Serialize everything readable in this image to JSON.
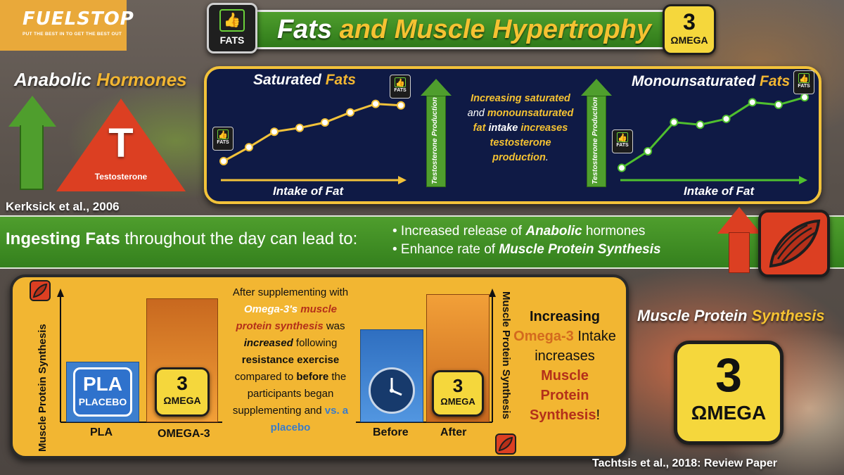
{
  "logo": {
    "name": "FUELSTOP",
    "tagline": "PUT THE BEST IN TO GET THE BEST OUT"
  },
  "header": {
    "title_part1": "Fats",
    "title_part2": "and Muscle Hypertrophy",
    "fats_badge": "FATS",
    "omega_number": "3",
    "omega_word": "ΩMEGA"
  },
  "left": {
    "heading_part1": "Anabolic",
    "heading_part2": "Hormones",
    "hormone_letter": "T",
    "hormone_label": "Testosterone",
    "citation": "Kerksick et al., 2006"
  },
  "dark_panel": {
    "sat_title_part1": "Saturated",
    "sat_title_part2": "Fats",
    "mono_title_part1": "Monounsaturated",
    "mono_title_part2": "Fats",
    "x_label": "Intake of Fat",
    "y_label": "Testosterone Production",
    "mini_badge": "FATS",
    "center_l1": "Increasing saturated",
    "center_l2_a": "and",
    "center_l2_b": "monounsaturated",
    "center_l3_a": "fat",
    "center_l3_b": "intake",
    "center_l3_c": "increases",
    "center_l4": "testosterone",
    "center_l5_a": "production",
    "center_l5_b": "."
  },
  "band": {
    "lead_bold": "Ingesting Fats",
    "lead_rest": "throughout the day can lead to:",
    "bullet1_a": "• Increased release of",
    "bullet1_b": "Anabolic",
    "bullet1_c": "hormones",
    "bullet2_a": "• Enhance rate of",
    "bullet2_b": "Muscle Protein Synthesis"
  },
  "yellow_panel": {
    "y_label": "Muscle Protein Synthesis",
    "bar1_label": "PLA",
    "bar2_label": "OMEGA-3",
    "pla_badge_1": "PLA",
    "pla_badge_2": "PLACEBO",
    "bar3_label": "Before",
    "bar4_label": "After",
    "text_l1": "After supplementing with",
    "text_l2_a": "Omega-3's",
    "text_l2_b": "muscle",
    "text_l3_a": "protein synthesis",
    "text_l3_b": "was",
    "text_l4_a": "increased",
    "text_l4_b": "following",
    "text_l5": "resistance exercise",
    "text_l6_a": "compared to",
    "text_l6_b": "before",
    "text_l6_c": "the",
    "text_l7": "participants began",
    "text_l8_a": "supplementing and",
    "text_l8_b": "vs. a",
    "text_l9": "placebo",
    "incr_l1": "Increasing",
    "incr_l2_a": "Omega-3",
    "incr_l2_b": "Intake",
    "incr_l3_a": "increases",
    "incr_l3_b": "Muscle",
    "incr_l4": "Protein",
    "incr_l5_a": "Synthesis",
    "incr_l5_b": "!"
  },
  "right": {
    "mps_part1": "Muscle Protein",
    "mps_part2": "Synthesis",
    "citation": "Tachtsis et al., 2018: Review Paper"
  },
  "chart_data": [
    {
      "type": "line",
      "title": "Saturated Fats",
      "xlabel": "Intake of Fat",
      "ylabel": "Testosterone Production",
      "x": [
        1,
        2,
        3,
        4,
        5,
        6,
        7,
        8
      ],
      "values": [
        0.1,
        0.28,
        0.48,
        0.53,
        0.6,
        0.73,
        0.84,
        0.82
      ],
      "ylim": [
        0,
        1
      ],
      "color": "#f2c23a"
    },
    {
      "type": "line",
      "title": "Monounsaturated Fats",
      "xlabel": "Intake of Fat",
      "ylabel": "Testosterone Production",
      "x": [
        1,
        2,
        3,
        4,
        5,
        6,
        7,
        8
      ],
      "values": [
        0.08,
        0.28,
        0.63,
        0.6,
        0.67,
        0.87,
        0.84,
        0.93
      ],
      "ylim": [
        0,
        1
      ],
      "color": "#4fbf2e"
    },
    {
      "type": "bar",
      "ylabel": "Muscle Protein Synthesis",
      "categories": [
        "PLA",
        "OMEGA-3"
      ],
      "values": [
        0.49,
        1.0
      ],
      "colors": [
        "#3d7fce",
        "#e58a2c"
      ]
    },
    {
      "type": "bar",
      "ylabel": "Muscle Protein Synthesis",
      "categories": [
        "Before",
        "After"
      ],
      "values": [
        0.73,
        1.0
      ],
      "colors": [
        "#3d7fce",
        "#e58a2c"
      ]
    }
  ]
}
